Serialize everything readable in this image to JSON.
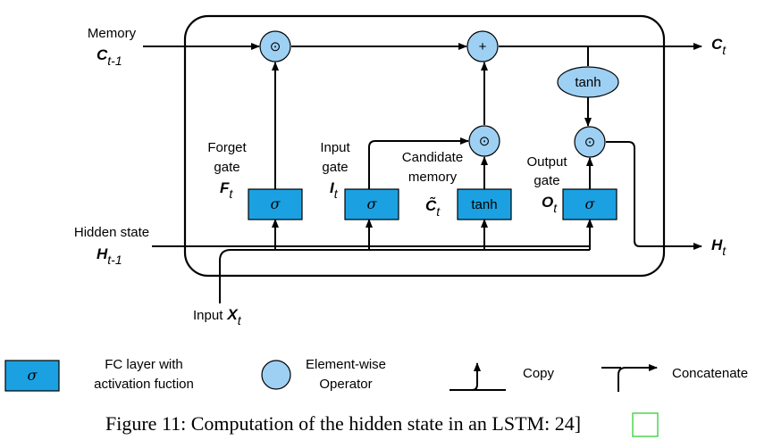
{
  "diagram": {
    "inputs": {
      "memory": {
        "label": "Memory",
        "var": "C",
        "sub": "t-1"
      },
      "hidden": {
        "label": "Hidden state",
        "var": "H",
        "sub": "t-1"
      },
      "input": {
        "label": "Input",
        "var": "X",
        "sub": "t"
      }
    },
    "outputs": {
      "memory": {
        "var": "C",
        "sub": "t"
      },
      "hidden": {
        "var": "H",
        "sub": "t"
      }
    },
    "gates": {
      "forget": {
        "line1": "Forget",
        "line2": "gate",
        "var": "F",
        "sub": "t",
        "box": "σ"
      },
      "input": {
        "line1": "Input",
        "line2": "gate",
        "var": "I",
        "sub": "t",
        "box": "σ"
      },
      "candidate": {
        "line1": "Candidate",
        "line2": "memory",
        "var": "C̃",
        "sub": "t",
        "box": "tanh"
      },
      "output": {
        "line1": "Output",
        "line2": "gate",
        "var": "O",
        "sub": "t",
        "box": "σ"
      }
    },
    "operators": {
      "mult": "⊙",
      "add": "+",
      "tanh": "tanh"
    }
  },
  "legend": {
    "fc_symbol": "σ",
    "fc_line1": "FC layer with",
    "fc_line2": "activation fuction",
    "op_line1": "Element-wise",
    "op_line2": "Operator",
    "copy": "Copy",
    "concat": "Concatenate"
  },
  "caption": {
    "text": "Figure 11: Computation of the hidden state in an LSTM: ",
    "ref": "24"
  },
  "colors": {
    "box": "#1ba1e2",
    "operator": "#9dd0f3",
    "ref_border": "#22cc22"
  }
}
